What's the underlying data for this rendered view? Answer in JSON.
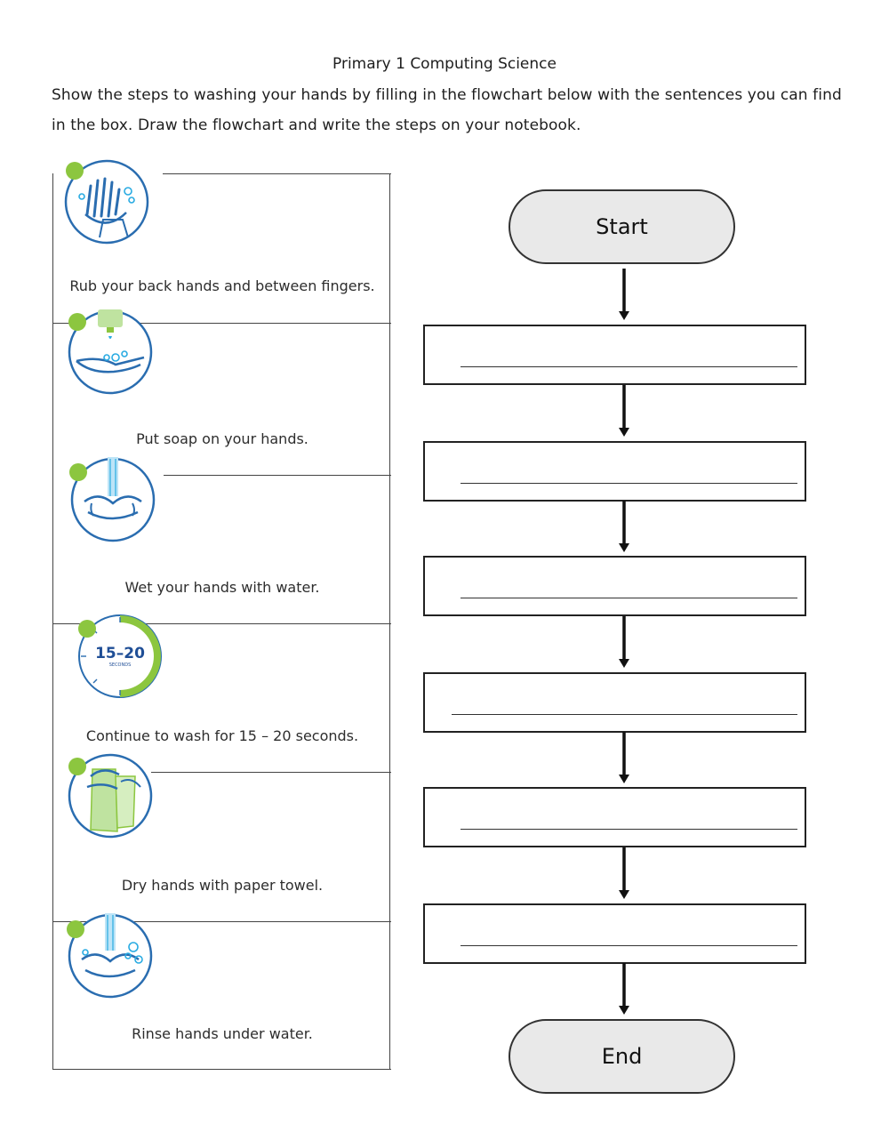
{
  "header": {
    "title": "Primary 1 Computing Science",
    "instructions_line1": "Show the steps to washing your hands by filling in the flowchart below with the sentences you can find",
    "instructions_line2": "in the box. Draw the flowchart and write the steps on your notebook."
  },
  "cards": [
    {
      "label": "Rub your back hands and between fingers.",
      "icon": "rub-hands-icon"
    },
    {
      "label": "Put soap on your hands.",
      "icon": "soap-icon"
    },
    {
      "label": "Wet your hands with water.",
      "icon": "wet-hands-icon"
    },
    {
      "label": "Continue to wash for 15 – 20 seconds.",
      "icon": "timer-icon",
      "timer_text": "15–20",
      "timer_sub": "SECONDS"
    },
    {
      "label": "Dry hands with paper towel.",
      "icon": "paper-towel-icon"
    },
    {
      "label": "Rinse hands under water.",
      "icon": "rinse-hands-icon"
    }
  ],
  "flowchart": {
    "start": "Start",
    "end": "End",
    "blank_steps": 6
  },
  "colors": {
    "accent_green": "#8cc63f",
    "icon_blue": "#2a6db0",
    "terminal_fill": "#e9e9e9"
  }
}
